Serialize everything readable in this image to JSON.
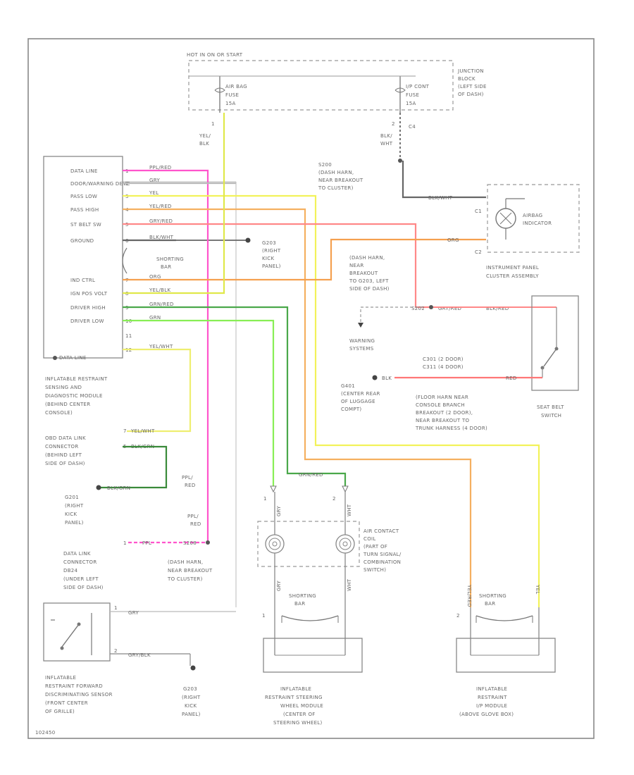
{
  "colors": {
    "pink": "#ff55cc",
    "yellow": "#f2f25a",
    "orange": "#f5a04f",
    "green": "#55cc44",
    "darkgreen": "#3a8a3a",
    "lightgreen": "#88ee55",
    "salmon": "#ff7777",
    "dark": "#666666"
  },
  "top": {
    "hot_label": "HOT IN ON OR START",
    "junction_block": [
      "JUNCTION",
      "BLOCK",
      "(LEFT SIDE",
      "OF DASH)"
    ],
    "fuse_left": [
      "AIR BAG",
      "FUSE",
      "15A"
    ],
    "fuse_right": [
      "I/P CONT",
      "FUSE",
      "15A"
    ],
    "c4": "C4",
    "pin_left": "1",
    "pin_right": "2",
    "wire_left": [
      "YEL/",
      "BLK"
    ],
    "wire_right": [
      "BLK/",
      "WHT"
    ],
    "splice_s200": [
      "S200",
      "(DASH HARN,",
      "NEAR BREAKOUT",
      "TO CLUSTER)"
    ]
  },
  "module": {
    "rows": [
      {
        "pin": "1",
        "label": "DATA LINE",
        "wire": "PPL/RED"
      },
      {
        "pin": "2",
        "label": "DOOR/WARNING DEVC",
        "wire": "GRY"
      },
      {
        "pin": "3",
        "label": "PASS LOW",
        "wire": "YEL"
      },
      {
        "pin": "4",
        "label": "PASS HIGH",
        "wire": "YEL/RED"
      },
      {
        "pin": "5",
        "label": "ST BELT SW",
        "wire": "GRY/RED"
      },
      {
        "pin": "6",
        "label": "GROUND",
        "wire": "BLK/WHT"
      },
      {
        "pin": "7",
        "label": "IND CTRL",
        "wire": "ORG"
      },
      {
        "pin": "8",
        "label": "IGN POS VOLT",
        "wire": "YEL/BLK"
      },
      {
        "pin": "9",
        "label": "DRIVER HIGH",
        "wire": "GRN/RED"
      },
      {
        "pin": "10",
        "label": "DRIVER LOW",
        "wire": "GRN"
      },
      {
        "pin": "11",
        "label": "",
        "wire": ""
      },
      {
        "pin": "12",
        "label": "",
        "wire": "YEL/WHT"
      }
    ],
    "shorting_bar": [
      "SHORTING",
      "BAR"
    ],
    "bottom_pin": "DATA LINE",
    "caption": [
      "INFLATABLE RESTRAINT",
      "SENSING AND",
      "DIAGNOSTIC MODULE",
      "(BEHIND CENTER",
      "CONSOLE)"
    ]
  },
  "g203_top": [
    "G203",
    "(RIGHT",
    "KICK",
    "PANEL)"
  ],
  "cluster": {
    "c1": "C1",
    "c2": "C2",
    "lamp": [
      "AIRBAG",
      "INDICATOR"
    ],
    "wire_in": "BLK/WHT",
    "wire_org": "ORG",
    "caption": [
      "INSTRUMENT PANEL",
      "CLUSTER ASSEMBLY"
    ]
  },
  "s202": {
    "label": [
      "(DASH HARN,",
      "NEAR",
      "BREAKOUT",
      "TO G203, LEFT",
      "SIDE OF DASH)"
    ],
    "id": "S202",
    "wire_in": "GRY/RED",
    "wire_out": "BLK/RED",
    "warning": [
      "WARNING",
      "SYSTEMS"
    ]
  },
  "seat_belt": {
    "caption": [
      "SEAT BELT",
      "SWITCH"
    ],
    "c_label": [
      "C301 (2 DOOR)",
      "C311 (4 DOOR)"
    ],
    "wire": "RED",
    "ground_wire": "BLK",
    "g401": [
      "G401",
      "(CENTER REAR",
      "OF LUGGAGE",
      "COMPT)"
    ],
    "floor_harn": [
      "(FLOOR HARN NEAR",
      "CONSOLE BRANCH",
      "BREAKOUT (2 DOOR),",
      "NEAR BREAKOUT TO",
      "TRUNK HARNESS (4 DOOR)"
    ]
  },
  "dlc": {
    "wire_a": "YEL/WHT",
    "wire_b": "BLK/GRN",
    "caption": [
      "OBD DATA LINK",
      "CONNECTOR",
      "(BEHIND LEFT",
      "SIDE OF DASH)"
    ],
    "pin_a": "7",
    "pin_b": "5"
  },
  "g201": {
    "wire": "BLK/GRN",
    "caption": [
      "G201",
      "(RIGHT",
      "KICK",
      "PANEL)"
    ]
  },
  "dlc2": {
    "pin": "1",
    "wire": "PPL",
    "s208": "S208",
    "caption": [
      "DATA LINK",
      "CONNECTOR",
      "DB24",
      "(UNDER LEFT",
      "SIDE OF DASH)"
    ],
    "splice_caption": [
      "(DASH HARN,",
      "NEAR BREAKOUT",
      "TO CLUSTER)"
    ],
    "ppl_red_a": [
      "PPL/",
      "RED"
    ],
    "ppl_red_b": [
      "PPL/",
      "RED"
    ]
  },
  "clockspring": {
    "caption": [
      "AIR CONTACT",
      "COIL",
      "(PART OF",
      "TURN SIGNAL/",
      "COMBINATION",
      "SWITCH)"
    ],
    "wire_top": "GRN/RED",
    "pin_1": "1",
    "pin_2": "2",
    "wire_left": "GRY",
    "wire_right": "WHT"
  },
  "steering_module": {
    "shorting_bar": [
      "SHORTING",
      "BAR"
    ],
    "pin": "1",
    "caption": [
      "INFLATABLE",
      "RESTRAINT STEERING",
      "WHEEL MODULE",
      "(CENTER OF",
      "STEERING WHEEL)"
    ]
  },
  "pass_module": {
    "shorting_bar": [
      "SHORTING",
      "BAR"
    ],
    "pin": "2",
    "wire_left": "YEL/RED",
    "wire_right": "YEL",
    "caption": [
      "INFLATABLE",
      "RESTRAINT",
      "I/P MODULE",
      "(ABOVE GLOVE BOX)"
    ]
  },
  "sensor": {
    "wire_a": "GRY",
    "wire_b": "GRY/BLK",
    "caption": [
      "INFLATABLE",
      "RESTRAINT FORWARD",
      "DISCRIMINATING SENSOR",
      "(FRONT CENTER",
      "OF GRILLE)"
    ],
    "g203": [
      "G203",
      "(RIGHT",
      "KICK",
      "PANEL)"
    ]
  },
  "footer_id": "102450"
}
